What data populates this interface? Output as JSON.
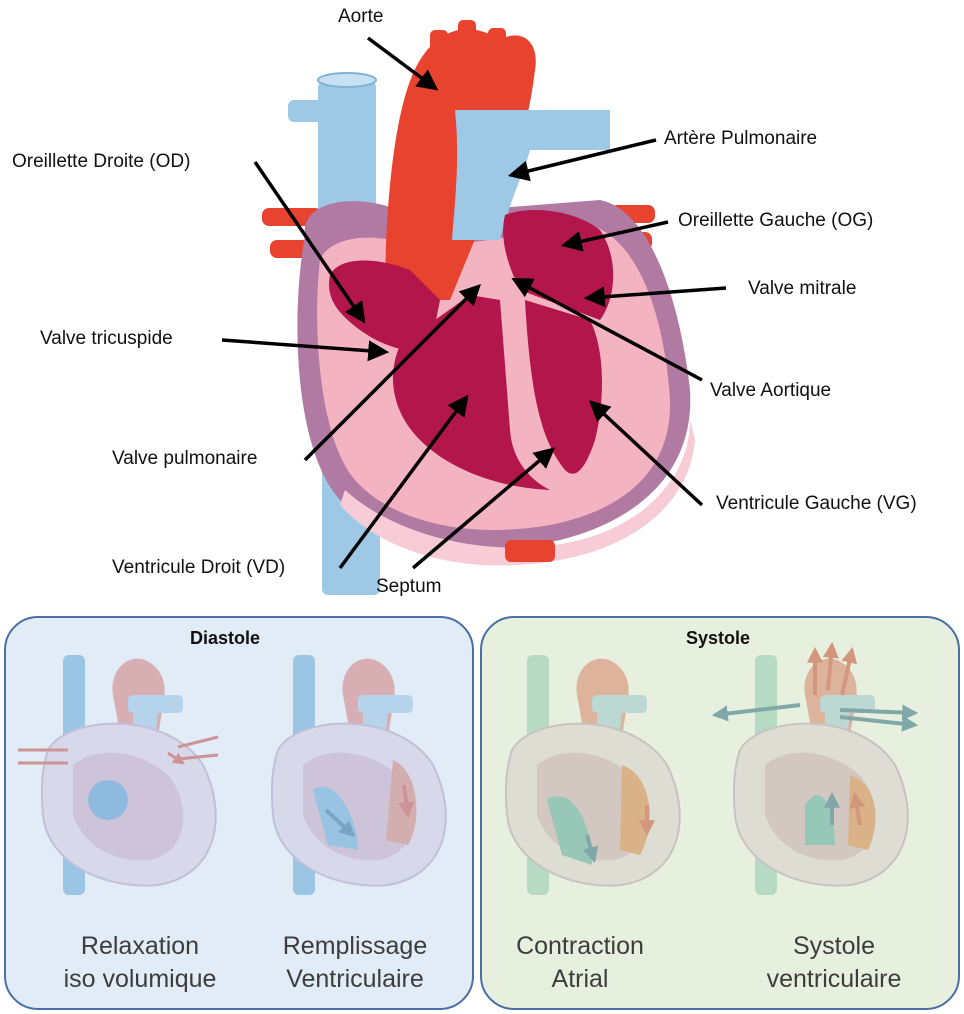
{
  "labels": {
    "aorte": "Aorte",
    "artere_pulmonaire": "Artère Pulmonaire",
    "oreillette_droite": "Oreillette Droite (OD)",
    "oreillette_gauche": "Oreillette Gauche (OG)",
    "valve_mitrale": "Valve mitrale",
    "valve_tricuspide": "Valve tricuspide",
    "valve_aortique": "Valve Aortique",
    "valve_pulmonaire": "Valve pulmonaire",
    "ventricule_gauche": "Ventricule Gauche (VG)",
    "ventricule_droit": "Ventricule Droit (VD)",
    "septum": "Septum"
  },
  "diastole": {
    "title": "Diastole",
    "phases": [
      {
        "line1": "Relaxation",
        "line2": "iso volumique"
      },
      {
        "line1": "Remplissage",
        "line2": "Ventriculaire"
      }
    ]
  },
  "systole": {
    "title": "Systole",
    "phases": [
      {
        "line1": "Contraction",
        "line2": "Atrial"
      },
      {
        "line1": "Systole",
        "line2": "ventriculaire"
      }
    ]
  },
  "colors": {
    "artery_red": "#e8432e",
    "vein_blue": "#9ec9e6",
    "muscle_dark": "#b2164a",
    "muscle_pink": "#f3b3c1",
    "pericardium": "#b07aa3",
    "diastole_bg": "#c9dcee",
    "systole_bg": "#d3e3c3",
    "arrow_black": "#000000"
  }
}
